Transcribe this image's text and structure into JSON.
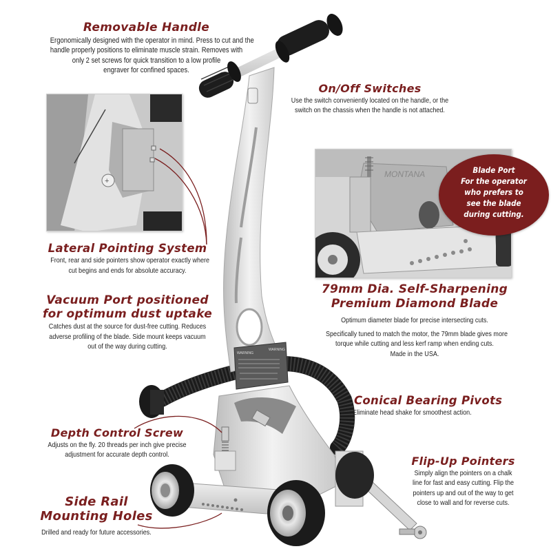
{
  "features": {
    "removable_handle": {
      "title": "Removable Handle",
      "lines": [
        "Ergonomically designed with the operator in mind. Press to cut and the",
        "handle properly positions to eliminate muscle strain. Removes with",
        "only 2 set screws for quick transition to a low profile",
        "engraver for confined spaces."
      ]
    },
    "on_off_switches": {
      "title": "On/Off Switches",
      "lines": [
        "Use the switch conveniently located on the handle, or the",
        "switch on the chassis when the handle is not attached."
      ]
    },
    "blade_port": {
      "lines": [
        "Blade Port",
        "For the operator",
        "who prefers to",
        "see the blade",
        "during cutting."
      ]
    },
    "lateral_pointing": {
      "title": "Lateral Pointing System",
      "lines": [
        "Front, rear and side pointers show operator exactly where",
        "cut begins and ends for absolute accuracy."
      ]
    },
    "vacuum_port": {
      "title_lines": [
        "Vacuum Port positioned",
        "for optimum dust uptake"
      ],
      "lines": [
        "Catches dust at the source for dust-free cutting. Reduces",
        "adverse profiling of the blade. Side mount keeps vacuum",
        "out of the way during cutting."
      ]
    },
    "diamond_blade": {
      "title_lines": [
        "79mm Dia. Self-Sharpening",
        "Premium Diamond Blade"
      ],
      "lines_a": [
        "Optimum diameter blade for precise intersecting cuts."
      ],
      "lines_b": [
        "Specifically tuned to match the motor, the 79mm blade gives more",
        "torque while cutting and less kerf ramp when ending cuts.",
        "Made in the USA."
      ]
    },
    "conical_bearing": {
      "title": "Conical Bearing Pivots",
      "lines": [
        "Eliminate head shake for smoothest action."
      ]
    },
    "depth_control": {
      "title": "Depth Control Screw",
      "lines": [
        "Adjusts on the fly. 20 threads per inch give precise",
        "adjustment for accurate depth control."
      ]
    },
    "flip_up_pointers": {
      "title": "Flip-Up Pointers",
      "lines": [
        "Simply align the pointers on a chalk",
        "line for fast and easy cutting. Flip the",
        "pointers up and out of the way to get",
        "close to wall and for reverse cuts."
      ]
    },
    "side_rail": {
      "title_lines": [
        "Side Rail",
        "Mounting Holes"
      ],
      "lines": [
        "Drilled and ready for future accessories."
      ]
    }
  },
  "machine": {
    "plate_label_left": "WARNING",
    "plate_label_right": "WARNING",
    "inset_logo": "MONTANA"
  },
  "colors": {
    "accent": "#7a1f1f",
    "bubble": "#7b1e1e",
    "text": "#222222",
    "aluminum": "#d9d9d9",
    "rubber": "#1c1c1c"
  }
}
